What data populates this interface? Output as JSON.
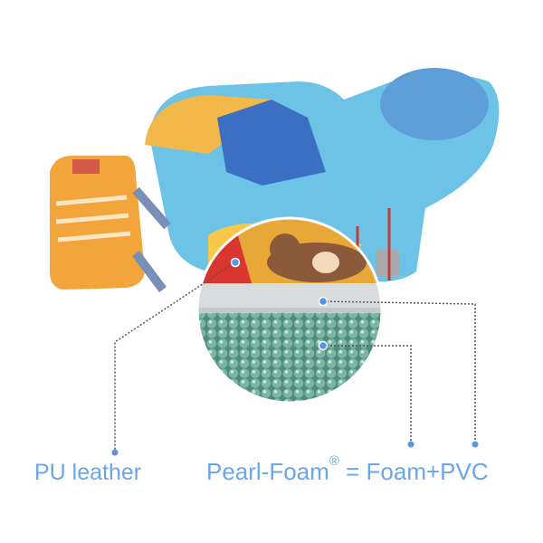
{
  "labels": {
    "pu_leather": "PU leather",
    "pearl_foam_name": "Pearl-Foam",
    "pearl_foam_mark": "®",
    "pearl_foam_formula": " = Foam+PVC"
  },
  "colors": {
    "label_text": "#6aa6e8",
    "marker_dot": "#5b93e6",
    "float_body": "#6cc3e6",
    "foam_beads": "#6aa898",
    "pu_layer": "#d9dcdc",
    "accent_orange": "#f2a53a"
  }
}
